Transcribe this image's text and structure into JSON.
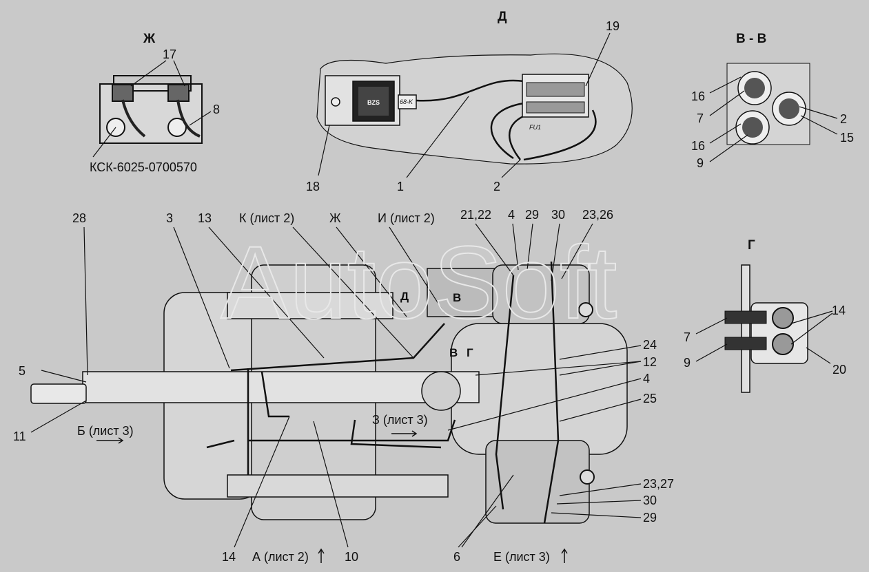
{
  "views": {
    "zh": {
      "title": "Ж",
      "callouts": [
        "17",
        "8"
      ],
      "part_code": "КСК-6025-0700570"
    },
    "d": {
      "title": "Д",
      "callouts": [
        "19",
        "18",
        "1",
        "2"
      ],
      "box_label": "BZS",
      "connector_label": "68-K",
      "fuse_label": "FU1"
    },
    "vv": {
      "title": "В - В",
      "callouts": [
        "16",
        "7",
        "16",
        "9",
        "2",
        "15"
      ]
    },
    "g": {
      "title": "Г",
      "callouts": [
        "14",
        "7",
        "9",
        "20"
      ]
    }
  },
  "main": {
    "top_callouts": [
      "28",
      "3",
      "13",
      "К (лист 2)",
      "Ж",
      "И (лист 2)",
      "21,22",
      "4",
      "29",
      "30",
      "23,26"
    ],
    "right_callouts": [
      "24",
      "12",
      "4",
      "25",
      "23,27",
      "30",
      "29"
    ],
    "left_callouts": [
      "5",
      "11",
      "Б (лист 3)"
    ],
    "bottom_callouts": [
      "14",
      "А (лист 2)",
      "10",
      "6",
      "Е (лист 3)"
    ],
    "inline_labels": [
      "Д",
      "В",
      "В",
      "Г",
      "З (лист 3)"
    ]
  },
  "watermark": "AutoSoft"
}
